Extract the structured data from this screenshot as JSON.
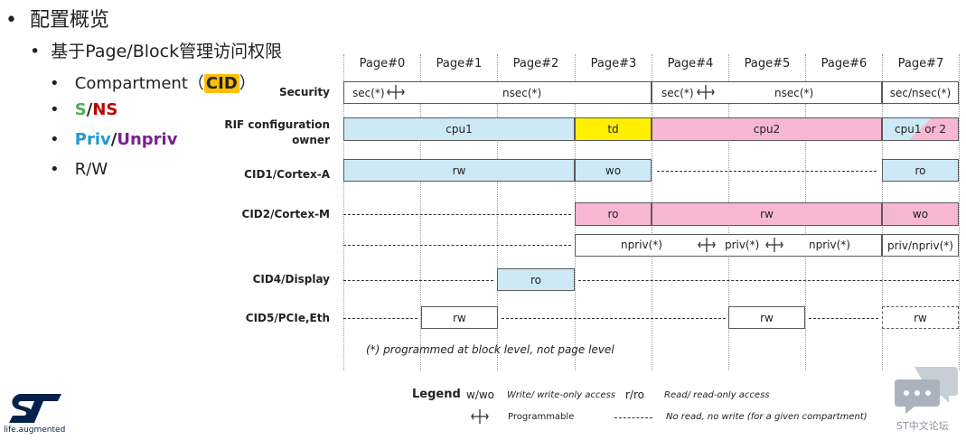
{
  "bullets": {
    "title": "配置概览",
    "sub": "基于Page/Block管理访问权限",
    "item_compartment": "Compartment（",
    "item_cid": "CID",
    "item_close": "）",
    "item_s": "S",
    "item_slash": "/",
    "item_ns": "NS",
    "item_priv": "Priv",
    "item_unpriv": "Unpriv",
    "item_rw": "R/W"
  },
  "pages": [
    "Page#0",
    "Page#1",
    "Page#2",
    "Page#3",
    "Page#4",
    "Page#5",
    "Page#6",
    "Page#7"
  ],
  "row_labels": {
    "security": "Security",
    "rif1": "RIF configuration",
    "rif2": "owner",
    "cid1": "CID1/Cortex-A",
    "cid2": "CID2/Cortex-M",
    "cid4": "CID4/Display",
    "cid5": "CID5/PCIe,Eth"
  },
  "cells": {
    "sec0": "sec(*)",
    "nsec03": "nsec(*)",
    "sec4": "sec(*)",
    "nsec46": "nsec(*)",
    "secns7": "sec/nsec(*)",
    "cpu1": "cpu1",
    "td": "td",
    "cpu2": "cpu2",
    "cpu1or2": "cpu1 or 2",
    "c1_rw": "rw",
    "c1_wo": "wo",
    "c1_ro": "ro",
    "c2_ro": "ro",
    "c2_rw": "rw",
    "c2_wo": "wo",
    "npriv_a": "npriv(*)",
    "priv_b": "priv(*)",
    "npriv_c": "npriv(*)",
    "privnpriv": "priv/npriv(*)",
    "c4_ro": "ro",
    "c5_rw1": "rw",
    "c5_rw2": "rw",
    "c5_rw3": "rw"
  },
  "footnote": "(*) programmed at block level, not page level",
  "legend": {
    "title": "Legend",
    "wwo": "w/wo",
    "wwo_desc": "Write/ write-only access",
    "rro": "r/ro",
    "rro_desc": "Read/ read-only access",
    "prog_desc": "Programmable",
    "dash_desc": "No read, no write (for a given compartment)"
  },
  "logo": {
    "brand": "ST",
    "tagline": "life.augmented"
  },
  "watermark": "ST中文论坛",
  "colors": {
    "blue_fill": "#cde9f6",
    "yellow_fill": "#ffef00",
    "pink_fill": "#f7b6d4",
    "s_green": "#4caf50",
    "ns_red": "#c00000",
    "priv_blue": "#1e9ad6",
    "unpriv_purple": "#7b1f8e",
    "cid_highlight": "#ffc000"
  }
}
